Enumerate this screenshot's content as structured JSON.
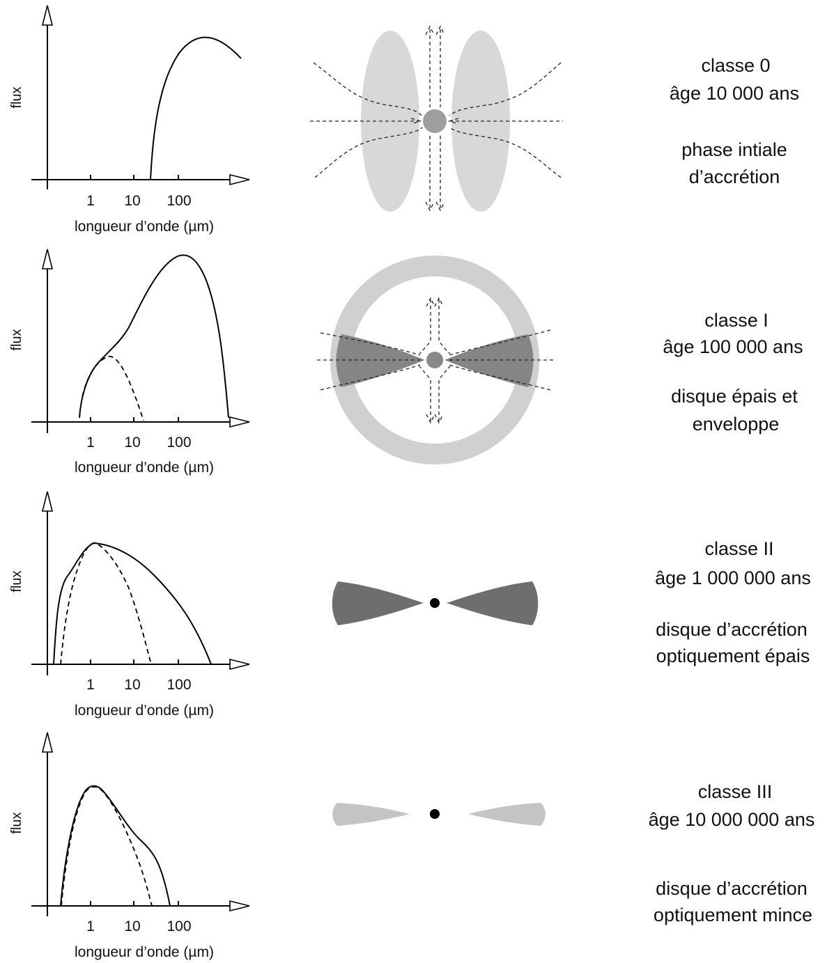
{
  "panels": [
    {
      "class_label": "classe 0",
      "age_label": "âge 10 000 ans",
      "phase_lines": [
        "phase intiale",
        "d’accrétion"
      ],
      "ylabel": "flux",
      "xlabel": "longueur d’onde  (µm)",
      "ticks": [
        "1",
        "10",
        "100"
      ]
    },
    {
      "class_label": "classe I",
      "age_label": "âge 100 000 ans",
      "phase_lines": [
        "disque épais et",
        "enveloppe"
      ],
      "ylabel": "flux",
      "xlabel": "longueur d’onde  (µm)",
      "ticks": [
        "1",
        "10",
        "100"
      ]
    },
    {
      "class_label": "classe II",
      "age_label": "âge 1 000 000 ans",
      "phase_lines": [
        "disque d’accrétion",
        "optiquement épais"
      ],
      "ylabel": "flux",
      "xlabel": "longueur d’onde  (µm)",
      "ticks": [
        "1",
        "10",
        "100"
      ]
    },
    {
      "class_label": "classe III",
      "age_label": "âge 10 000 000 ans",
      "phase_lines": [
        "disque d’accrétion",
        "optiquement mince"
      ],
      "ylabel": "flux",
      "xlabel": "longueur d’onde  (µm)",
      "ticks": [
        "1",
        "10",
        "100"
      ]
    }
  ],
  "colors": {
    "envelope_light": "#d8d8d8",
    "ring": "#d0d0d0",
    "disk_dark": "#858585",
    "disk_thick": "#6e6e6e",
    "disk_thin": "#c4c4c4",
    "star_grey": "#9e9e9e",
    "star_black": "#000000"
  }
}
